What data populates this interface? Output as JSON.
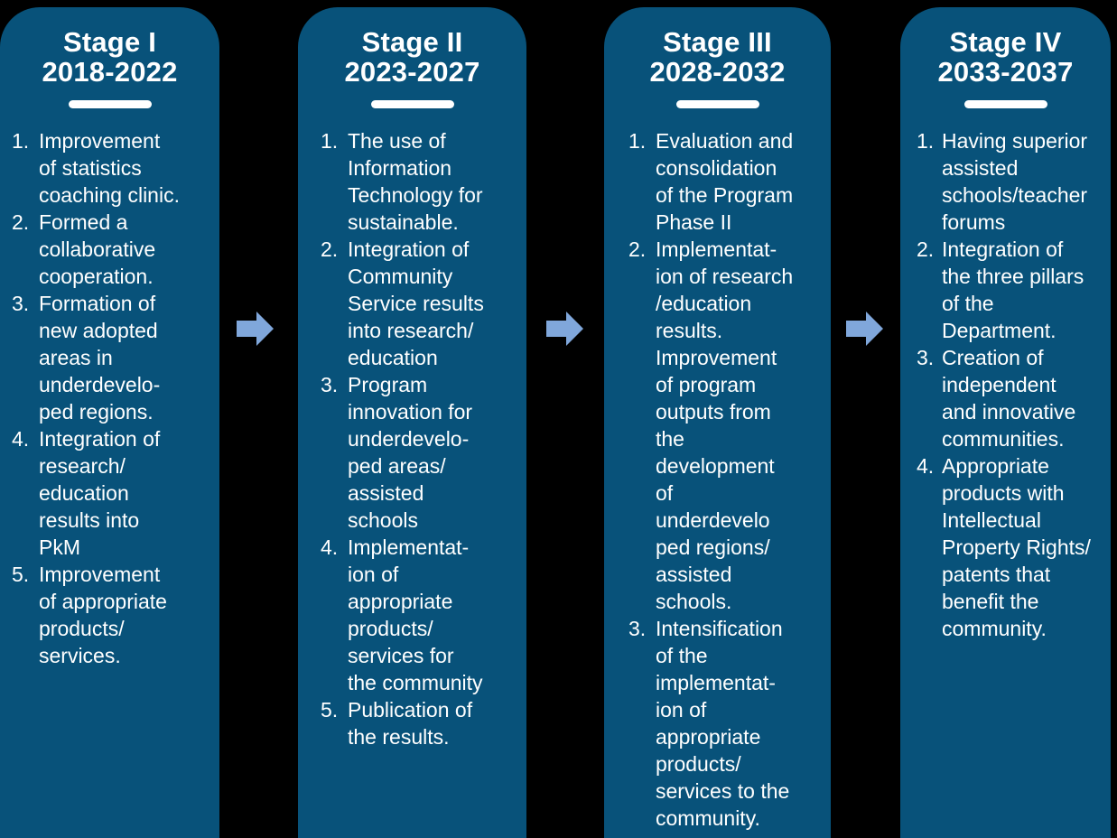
{
  "colors": {
    "background": "#000000",
    "column_bg": "#08527A",
    "arrow": "#80A7DB",
    "text": "#FFFFFF"
  },
  "arrow_icon": "right-block-arrow",
  "stages": [
    {
      "title": "Stage I",
      "years": "2018-2022",
      "items": [
        {
          "num": "1.",
          "text": "Improvement\nof statistics\ncoaching clinic."
        },
        {
          "num": "2.",
          "text": "Formed a\ncollaborative\ncooperation."
        },
        {
          "num": "3.",
          "text": "Formation of\nnew adopted\nareas in\nunderdevelo-\nped regions."
        },
        {
          "num": "4.",
          "text": "Integration of\nresearch/\neducation\nresults into\nPkM"
        },
        {
          "num": "5.",
          "text": "Improvement\nof appropriate\nproducts/\nservices."
        }
      ]
    },
    {
      "title": "Stage II",
      "years": "2023-2027",
      "items": [
        {
          "num": "1.",
          "text": "The use of\nInformation\nTechnology for\nsustainable."
        },
        {
          "num": "2.",
          "text": "Integration of\nCommunity\nService results\ninto research/\neducation"
        },
        {
          "num": "3.",
          "text": "Program\ninnovation for\nunderdevelo-\nped areas/\nassisted\nschools"
        },
        {
          "num": "4.",
          "text": "Implementat-\nion of\nappropriate\nproducts/\nservices for\nthe community"
        },
        {
          "num": "5.",
          "text": "Publication of\nthe results."
        }
      ]
    },
    {
      "title": "Stage III",
      "years": "2028-2032",
      "items": [
        {
          "num": "1.",
          "text": "Evaluation and\nconsolidation\nof the Program\nPhase II"
        },
        {
          "num": "2.",
          "text": "Implementat-\nion of research\n/education\nresults.\nImprovement\nof program\noutputs from\nthe\ndevelopment\nof\nunderdevelo\nped regions/\nassisted\nschools."
        },
        {
          "num": "3.",
          "text": "Intensification\nof the\nimplementat-\nion of\nappropriate\nproducts/\nservices to the\ncommunity."
        }
      ]
    },
    {
      "title": "Stage IV",
      "years": "2033-2037",
      "items": [
        {
          "num": "1.",
          "text": "Having superior\nassisted\nschools/teacher\nforums"
        },
        {
          "num": "2.",
          "text": "Integration of\nthe three pillars\nof the\nDepartment."
        },
        {
          "num": "3.",
          "text": "Creation of\nindependent\nand innovative\ncommunities."
        },
        {
          "num": "4.",
          "text": "Appropriate\nproducts with\nIntellectual\nProperty Rights/\npatents that\nbenefit the\ncommunity."
        }
      ]
    }
  ]
}
